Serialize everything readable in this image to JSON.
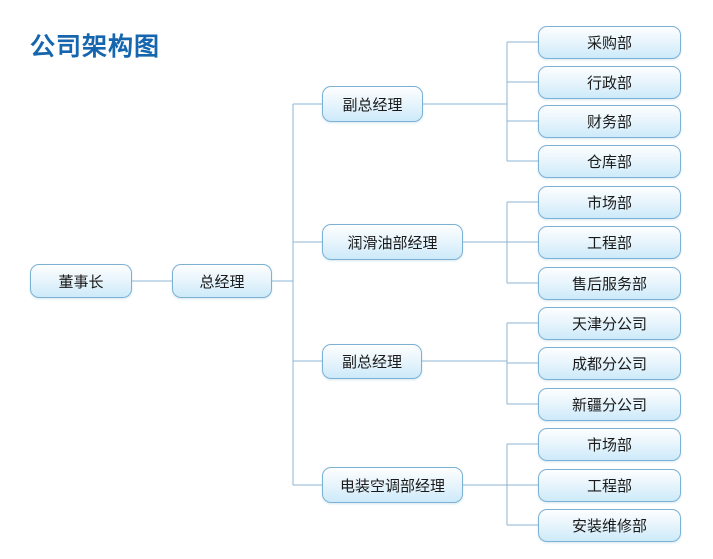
{
  "title": "公司架构图",
  "org": {
    "root": {
      "id": "chairman",
      "label": "董事长"
    },
    "executive": {
      "id": "general-manager",
      "label": "总经理"
    },
    "managers": [
      {
        "id": "deputy-general-manager-1",
        "label": "副总经理",
        "departments": [
          "采购部",
          "行政部",
          "财务部",
          "仓库部"
        ]
      },
      {
        "id": "lubricant-dept-manager",
        "label": "润滑油部经理",
        "departments": [
          "市场部",
          "工程部",
          "售后服务部"
        ]
      },
      {
        "id": "deputy-general-manager-2",
        "label": "副总经理",
        "departments": [
          "天津分公司",
          "成都分公司",
          "新疆分公司"
        ]
      },
      {
        "id": "electrical-ac-dept-manager",
        "label": "电装空调部经理",
        "departments": [
          "市场部",
          "工程部",
          "安装维修部"
        ]
      }
    ]
  },
  "colors": {
    "background": "#ffffff",
    "title": "#1566ae",
    "node_border": "#7cb1d4",
    "node_fill_top": "#fdfeff",
    "node_fill_bottom": "#cdeafa",
    "node_text": "#1a1a1a",
    "connector": "#8cb6d4"
  }
}
